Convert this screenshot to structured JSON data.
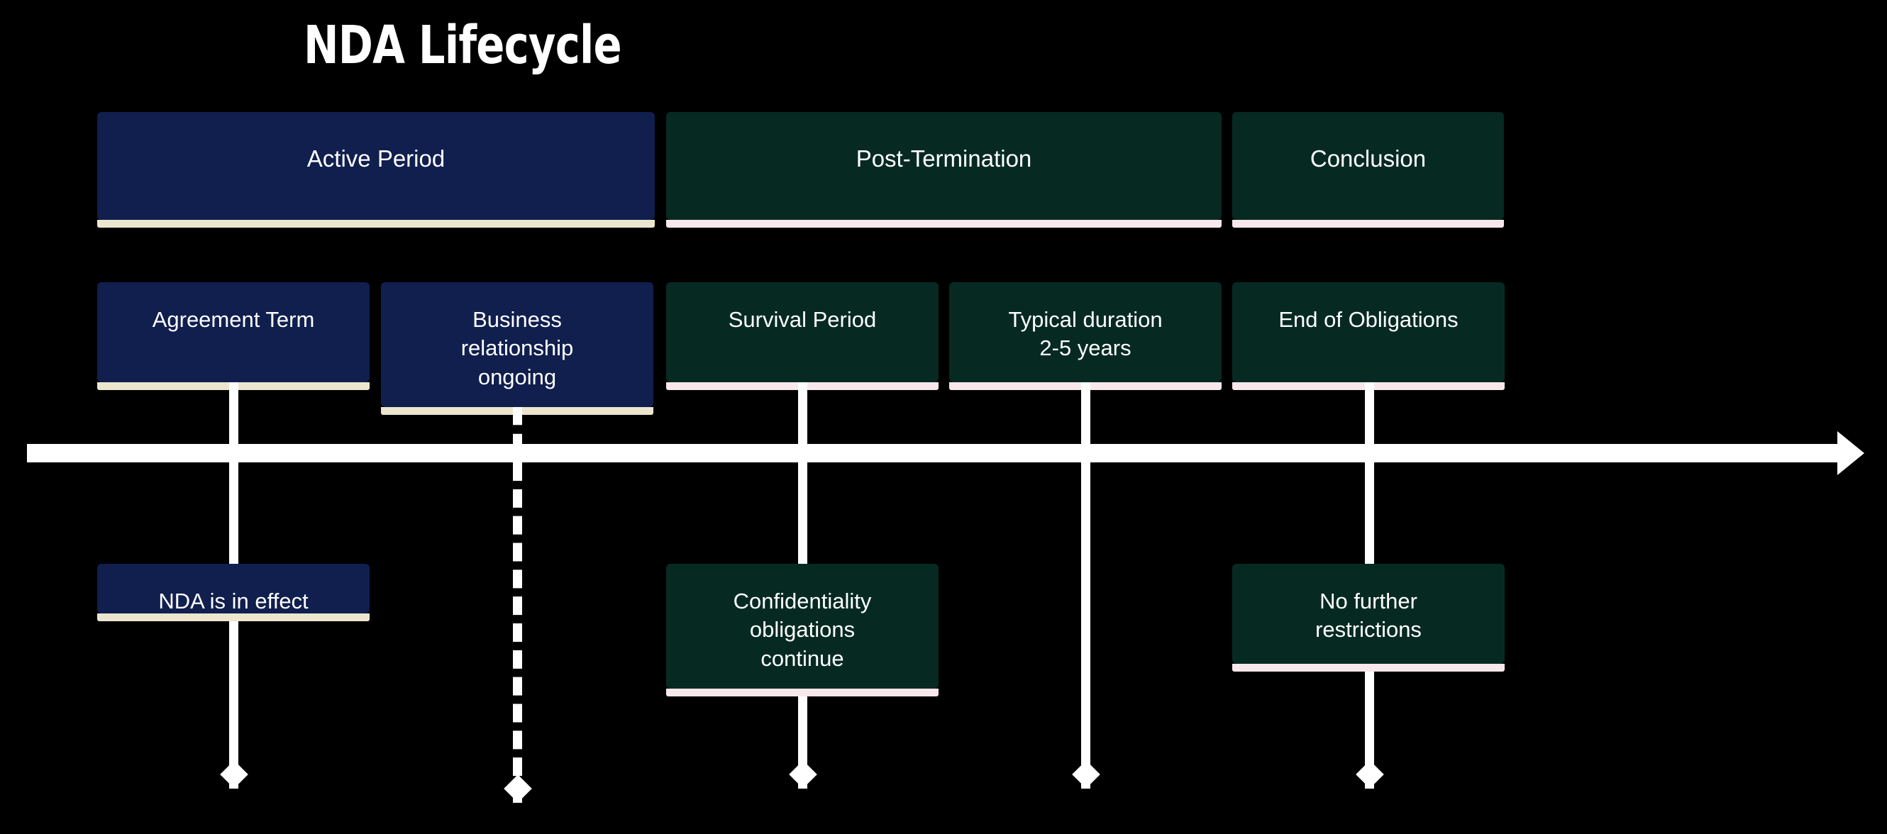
{
  "diagram": {
    "title": "NDA Lifecycle",
    "type": "timeline",
    "background_color": "#000000",
    "accent_navy": "#101f4e",
    "accent_green": "#062a22",
    "underline_cream": "#ece6cf",
    "underline_pink": "#f8e8ec"
  },
  "phases": [
    {
      "label": "Active Period",
      "theme": "navy"
    },
    {
      "label": "Post-Termination",
      "theme": "green"
    },
    {
      "label": "Conclusion",
      "theme": "green"
    }
  ],
  "milestones": [
    {
      "label": "Agreement Term",
      "theme": "navy"
    },
    {
      "label": "Business\nrelationship\nongoing",
      "theme": "navy"
    },
    {
      "label": "Survival Period",
      "theme": "green"
    },
    {
      "label": "Typical duration\n2-5 years",
      "theme": "green"
    },
    {
      "label": "End of Obligations",
      "theme": "green"
    }
  ],
  "details": [
    {
      "label": "NDA is in effect",
      "theme": "navy"
    },
    {
      "label": "Confidentiality\nobligations\ncontinue",
      "theme": "green"
    },
    {
      "label": "No further\nrestrictions",
      "theme": "green"
    }
  ],
  "axis": {
    "direction": "left-to-right",
    "arrow_end": "right"
  }
}
